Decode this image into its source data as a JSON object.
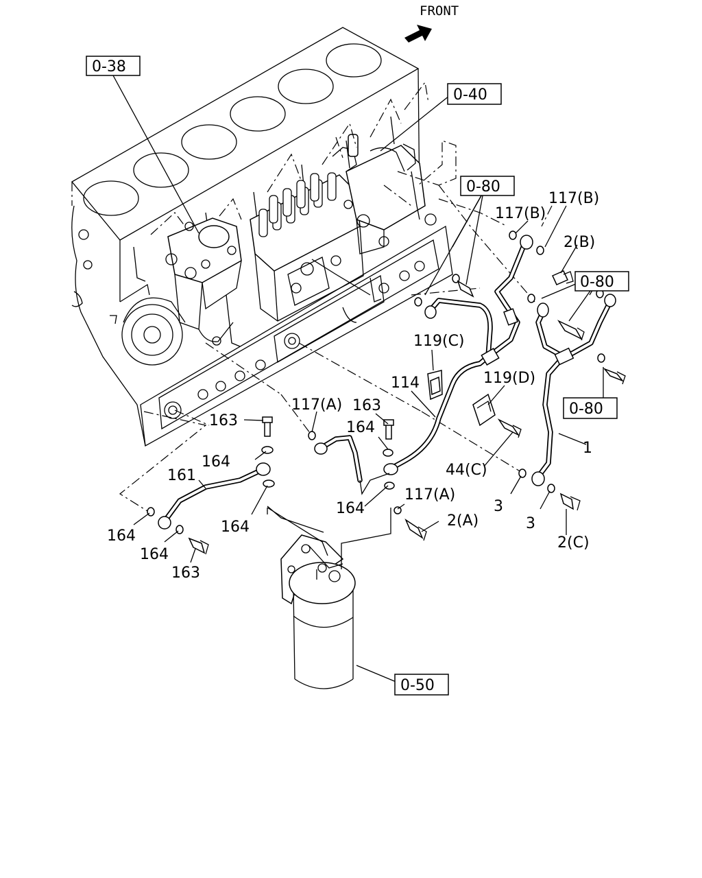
{
  "header": {
    "front_label": "FRONT"
  },
  "refs": {
    "r038": "0-38",
    "r040": "0-40",
    "r080a": "0-80",
    "r080b": "0-80",
    "r080c": "0-80",
    "r050": "0-50"
  },
  "labels": {
    "l117b_1": "117(B)",
    "l117b_2": "117(B)",
    "l2b": "2(B)",
    "l119c": "119(C)",
    "l119d": "119(D)",
    "l114": "114",
    "l117a_1": "117(A)",
    "l163_top": "163",
    "l163_left": "163",
    "l164_top": "164",
    "l164_left": "164",
    "l161": "161",
    "l44c": "44(C)",
    "l1": "1",
    "l3_a": "3",
    "l3_b": "3",
    "l117a_2": "117(A)",
    "l2a": "2(A)",
    "l2c": "2(C)",
    "l164_mid": "164",
    "l164_low": "164",
    "l164_far": "164",
    "l164_bot": "164",
    "l163_bot": "163"
  }
}
